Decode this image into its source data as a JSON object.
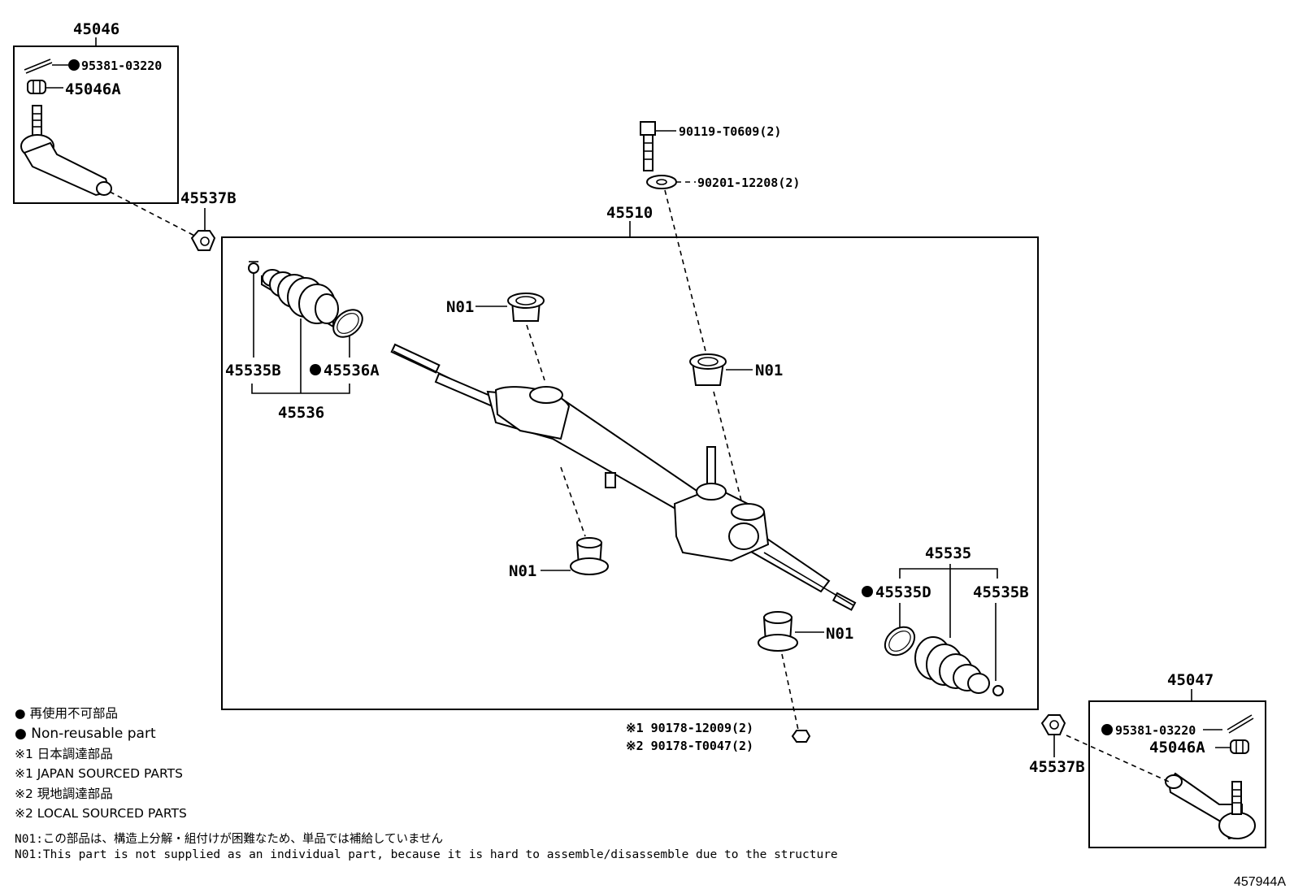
{
  "labels": {
    "p45046": "45046",
    "p95381_top": "95381-03220",
    "p45046A_top": "45046A",
    "p45537B_top": "45537B",
    "p45510": "45510",
    "p90119": "90119-T0609(2)",
    "p90201": "90201-12208(2)",
    "n01_a": "N01",
    "n01_b": "N01",
    "n01_c": "N01",
    "n01_d": "N01",
    "p45535B_left": "45535B",
    "p45536A": "45536A",
    "p45536": "45536",
    "p45535": "45535",
    "p45535D": "45535D",
    "p45535B_right": "45535B",
    "p90178_1": "※1 90178-12009(2)",
    "p90178_2": "※2 90178-T0047(2)",
    "p45047": "45047",
    "p95381_bot": "95381-03220",
    "p45046A_bot": "45046A",
    "p45537B_bot": "45537B"
  },
  "legend": {
    "nonreuse_jp": "● 再使用不可部品",
    "nonreuse_en": "● Non-reusable part",
    "japan_jp": "※1 日本調達部品",
    "japan_en": "※1 JAPAN SOURCED PARTS",
    "local_jp": "※2 現地調達部品",
    "local_en": "※2 LOCAL SOURCED PARTS",
    "n01_jp": "N01:この部品は、構造上分解・組付けが困難なため、単品では補給していません",
    "n01_en": "N01:This part is not supplied as an individual part, because it is hard to assemble/disassemble due to the structure"
  },
  "figure_id": "457944A"
}
